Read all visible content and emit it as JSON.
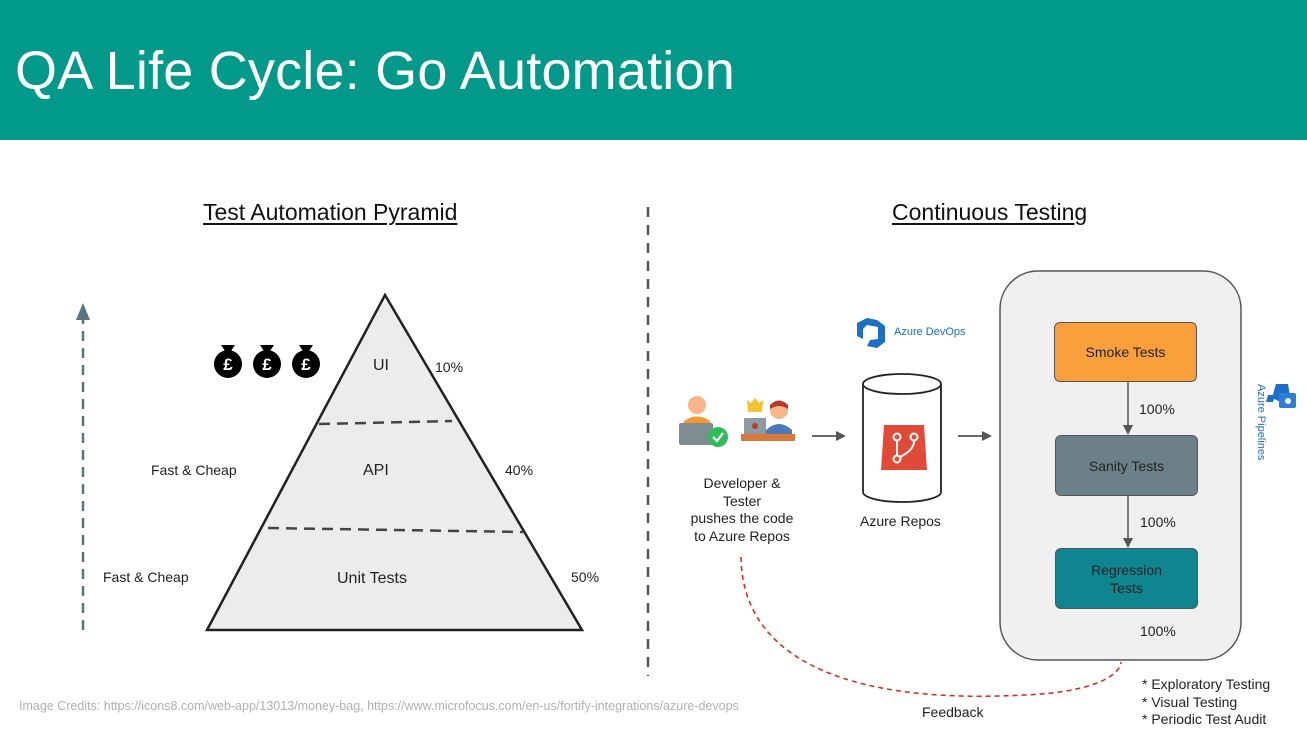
{
  "header": {
    "title": "QA Life Cycle: Go Automation"
  },
  "pyramid": {
    "title": "Test Automation Pyramid",
    "levels": [
      {
        "name": "UI",
        "percent": "10%"
      },
      {
        "name": "API",
        "percent": "40%"
      },
      {
        "name": "Unit Tests",
        "percent": "50%"
      }
    ],
    "side_labels": [
      "Fast & Cheap",
      "Fast & Cheap"
    ],
    "money_bag_count": 3,
    "money_symbol": "£"
  },
  "continuous": {
    "title": "Continuous Testing",
    "developer_caption": [
      "Developer &",
      "Tester",
      "pushes the code",
      "to Azure Repos"
    ],
    "azure_devops_label": "Azure DevOps",
    "repo_label": "Azure Repos",
    "pipelines_label": "Azure Pipelines",
    "stages": [
      {
        "name": "Smoke Tests",
        "color": "#f9a03c"
      },
      {
        "name": "Sanity Tests",
        "color": "#6c8089"
      },
      {
        "name": "Regression Tests",
        "color": "#0f8590"
      }
    ],
    "stage_percents": [
      "100%",
      "100%",
      "100%"
    ],
    "feedback_label": "Feedback",
    "notes": [
      "* Exploratory Testing",
      "* Visual Testing",
      "* Periodic Test Audit"
    ]
  },
  "credits": "Image Credits: https://icons8.com/web-app/13013/money-bag, https://www.microfocus.com/en-us/fortify-integrations/azure-devops",
  "colors": {
    "header_bg": "#00998a",
    "azure_blue": "#1b6fc4",
    "repo_red": "#e04a36",
    "feedback_red": "#e02020"
  }
}
